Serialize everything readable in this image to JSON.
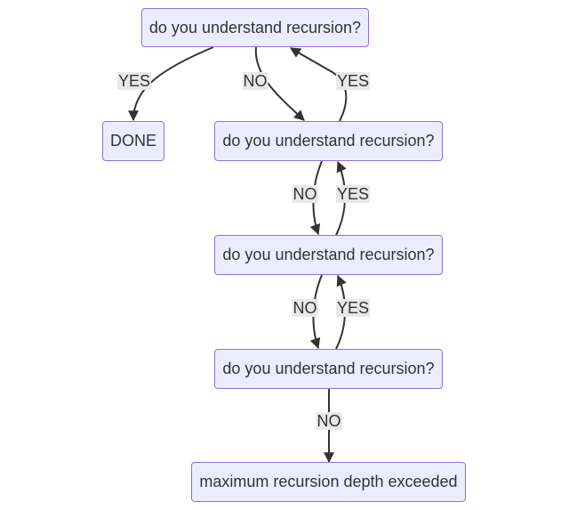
{
  "nodes": {
    "q1": "do you understand recursion?",
    "done": "DONE",
    "q2": "do you understand recursion?",
    "q3": "do you understand recursion?",
    "q4": "do you understand recursion?",
    "max": "maximum recursion depth exceeded"
  },
  "edges": [
    {
      "from": "q1",
      "to": "done",
      "label": "YES"
    },
    {
      "from": "q1",
      "to": "q2",
      "label": "NO"
    },
    {
      "from": "q2",
      "to": "q1",
      "label": "YES"
    },
    {
      "from": "q2",
      "to": "q3",
      "label": "NO"
    },
    {
      "from": "q3",
      "to": "q2",
      "label": "YES"
    },
    {
      "from": "q3",
      "to": "q4",
      "label": "NO"
    },
    {
      "from": "q4",
      "to": "q3",
      "label": "YES"
    },
    {
      "from": "q4",
      "to": "max",
      "label": "NO"
    }
  ],
  "colors": {
    "node_fill": "#ececff",
    "node_border": "#9370db",
    "edge": "#333333",
    "label_bg": "#e8e8e8"
  }
}
